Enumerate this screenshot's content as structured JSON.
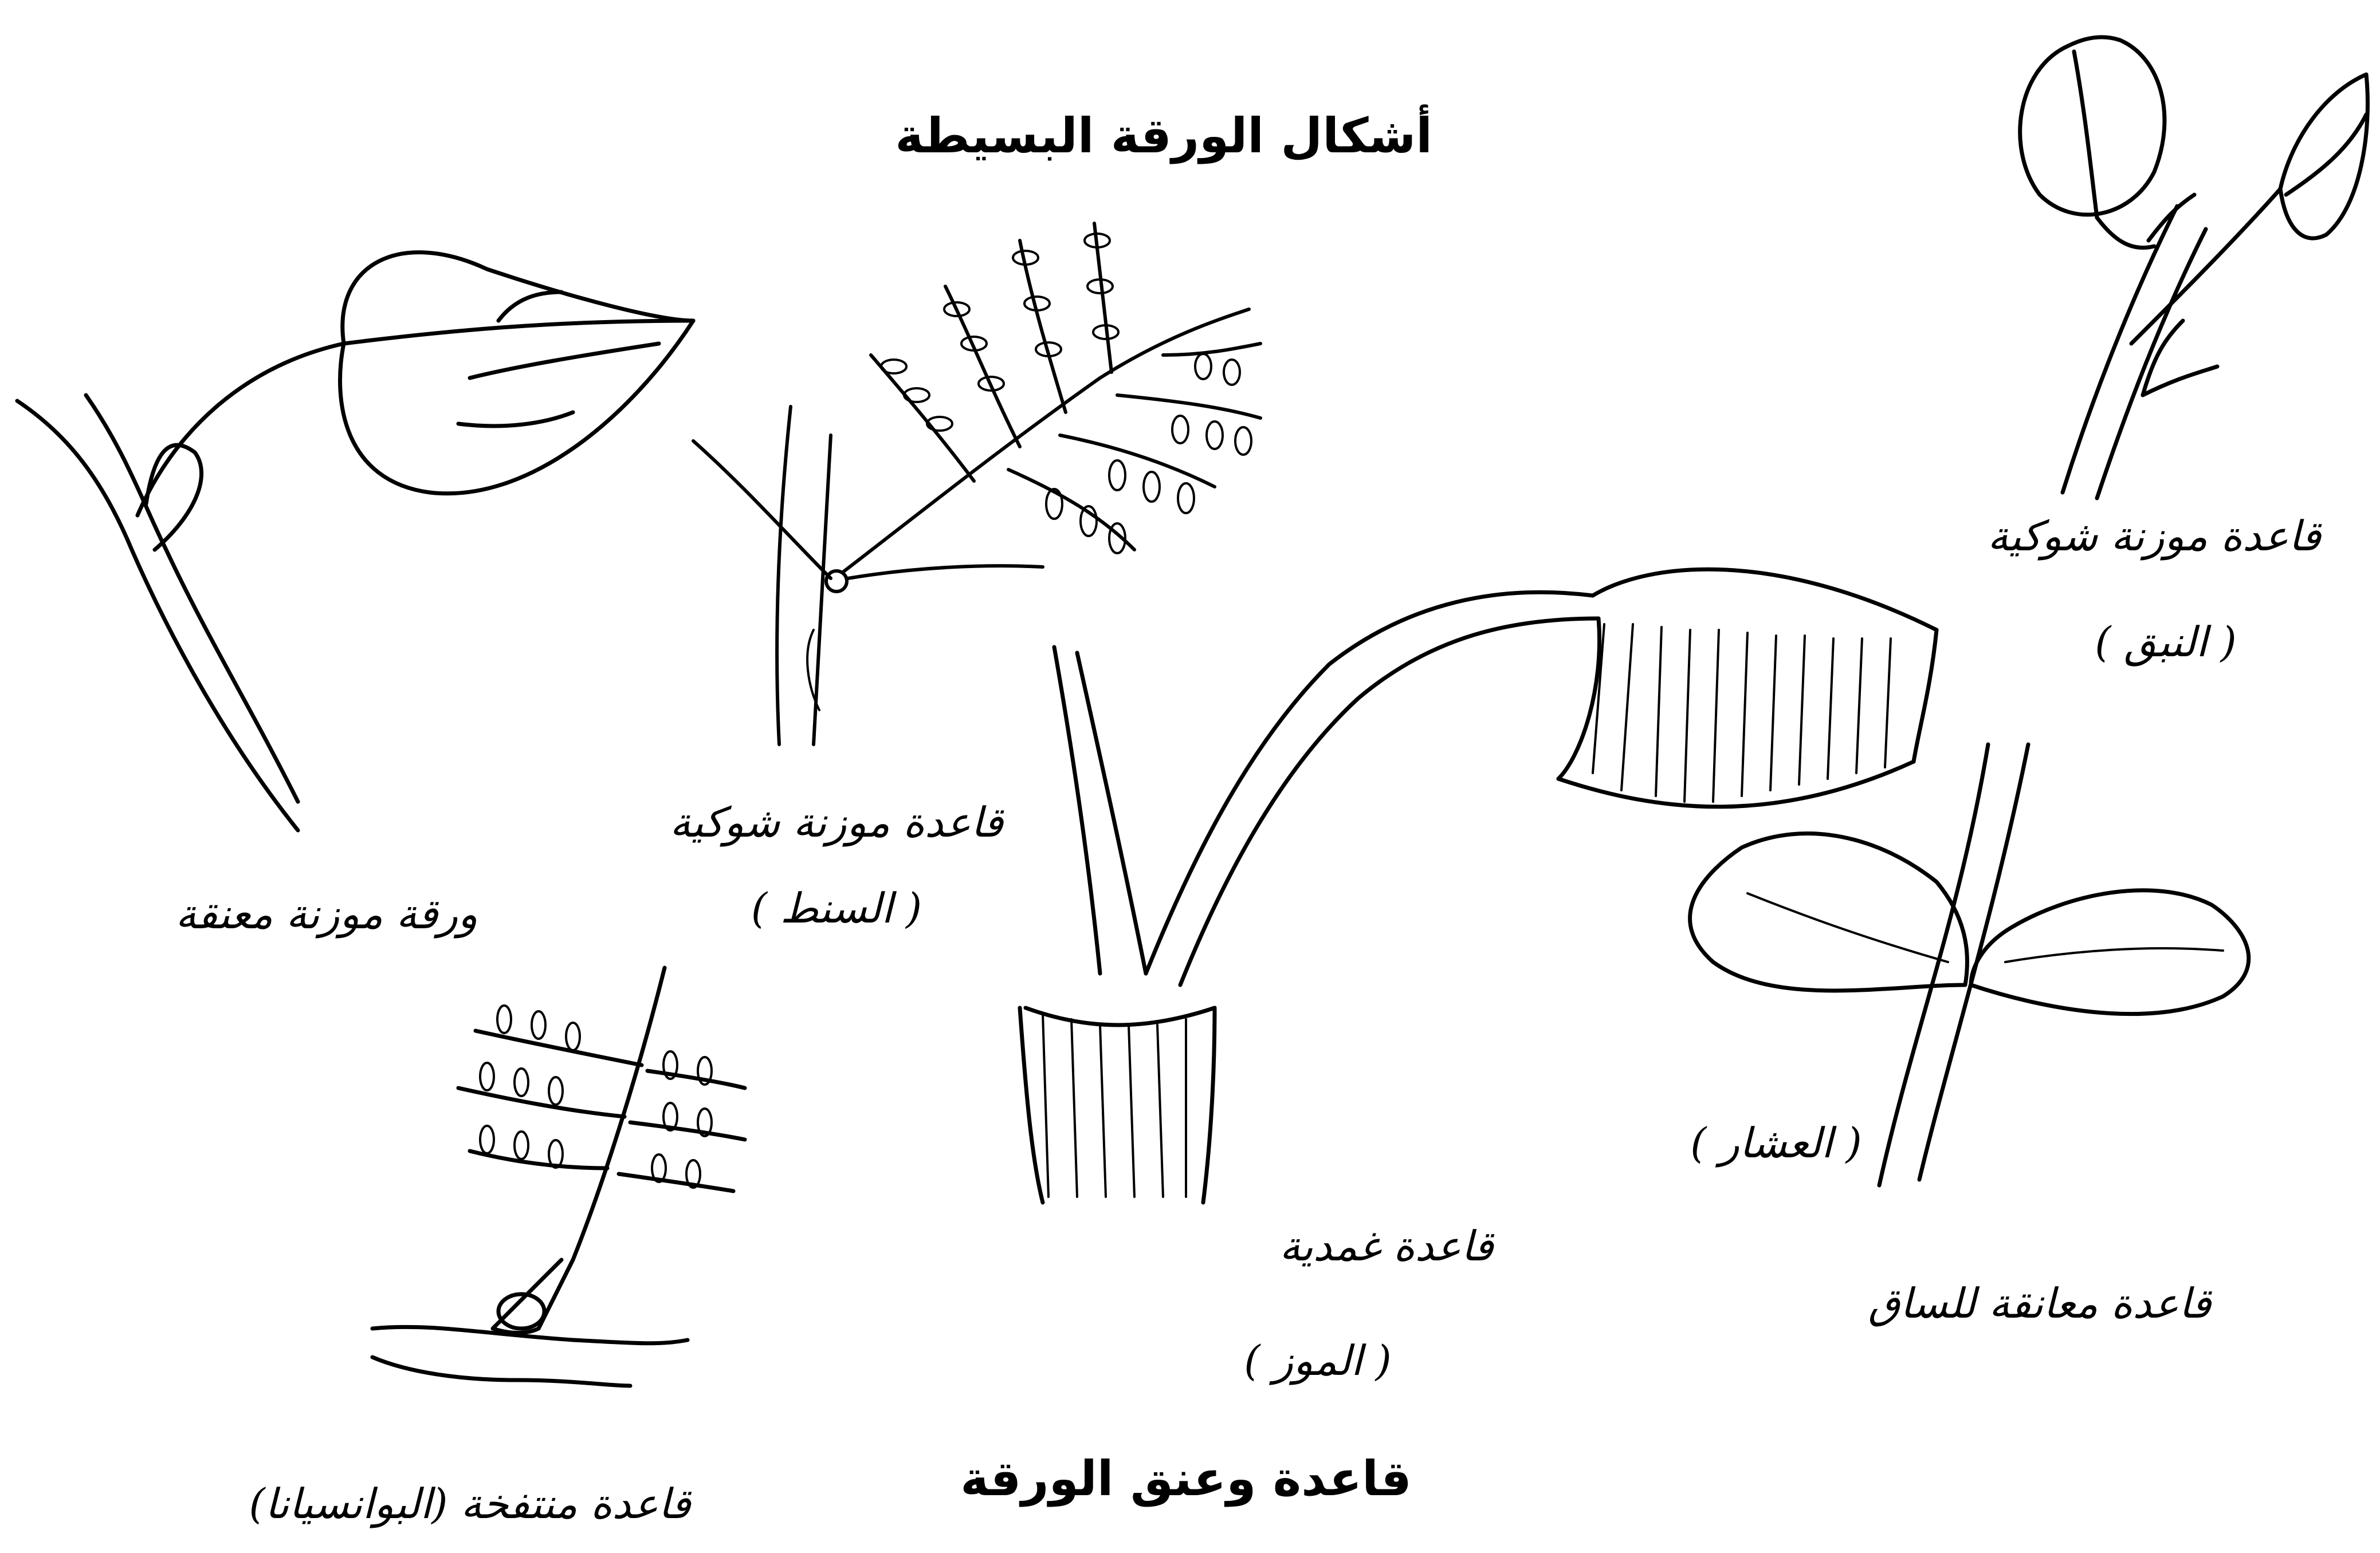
{
  "headings": {
    "top": "أشكال الورقة البسيطة",
    "bottom": "قاعدة وعنق الورقة"
  },
  "labels": {
    "sessile_sheathing": "ورقة موزنة معنقة",
    "sunt_stipule": "قاعدة موزنة شوكية",
    "sunt_name": "( السنط )",
    "nabq_stipule": "قاعدة موزنة شوكية",
    "nabq_name": "( النبق )",
    "banana_base": "قاعدة غمدية",
    "banana_name": "( الموز )",
    "ushar_name": "( العشار )",
    "ushar_base": "قاعدة معانقة للساق",
    "poinciana_base": "قاعدة منتفخة (البوانسيانا)"
  },
  "colors": {
    "ink": "#000000",
    "paper": "#ffffff"
  }
}
